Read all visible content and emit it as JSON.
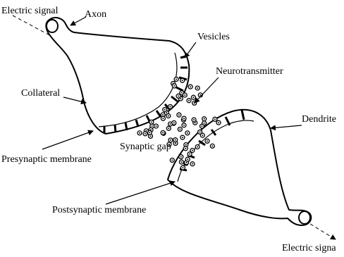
{
  "diagram": {
    "labels": {
      "electric_signal_top": "Electric signal",
      "axon": "Axon",
      "vesicles": "Vesicles",
      "neurotransmitter": "Neurotransmitter",
      "collateral": "Collateral",
      "dendrite": "Dendrite",
      "synaptic_gap": "Synaptic gap",
      "presynaptic_membrane": "Presynaptic membrane",
      "postsynaptic_membrane": "Postsynaptic membrane",
      "electric_signal_bottom": "Electric signa"
    },
    "colors": {
      "ink": "#000000",
      "background": "#ffffff"
    }
  }
}
